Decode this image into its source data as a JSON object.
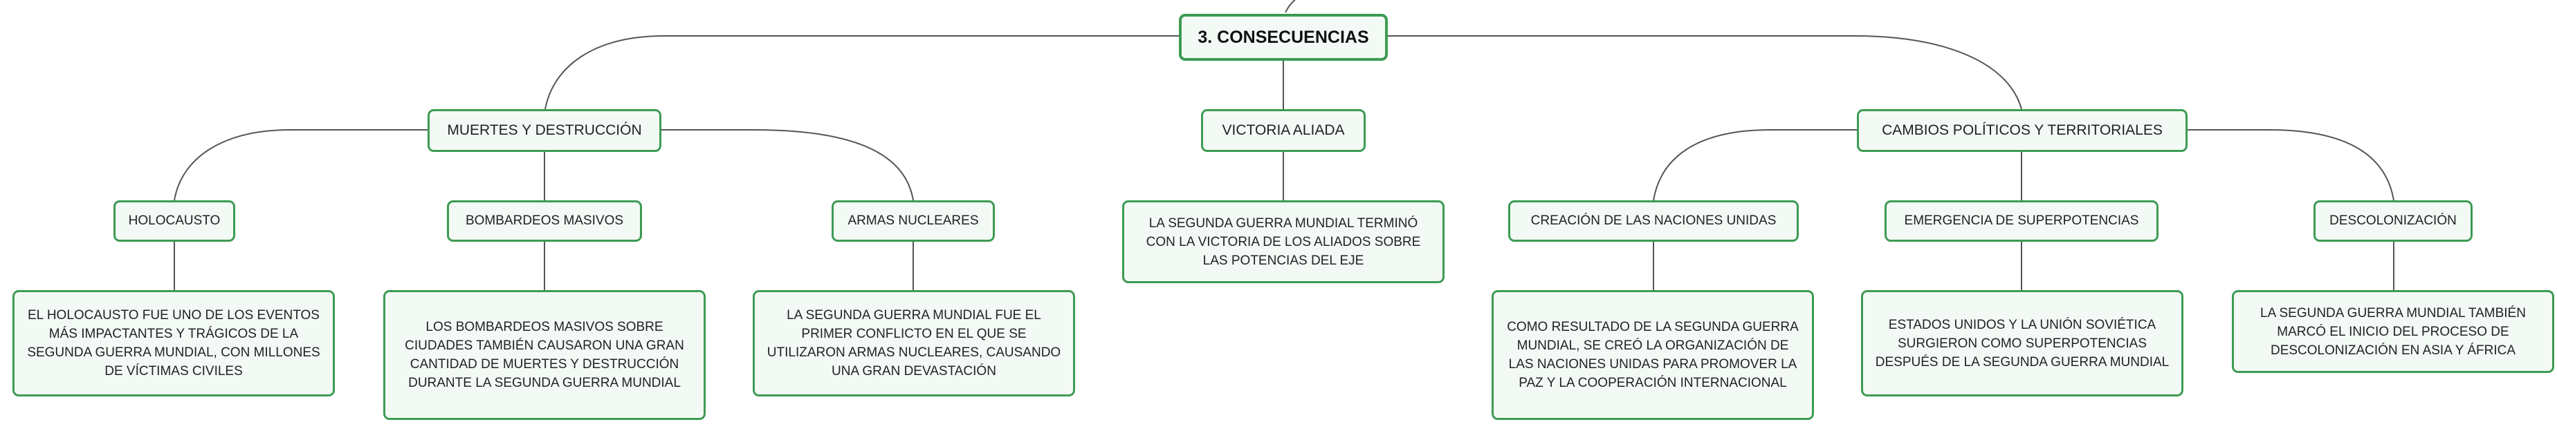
{
  "root": {
    "label": "3. CONSECUENCIAS"
  },
  "branches": {
    "muertes": {
      "label": "MUERTES Y DESTRUCCIÓN",
      "children": {
        "holocausto": {
          "label": "HOLOCAUSTO",
          "detail": "EL HOLOCAUSTO FUE UNO DE LOS EVENTOS MÁS IMPACTANTES Y TRÁGICOS DE LA SEGUNDA GUERRA MUNDIAL, CON MILLONES DE VÍCTIMAS CIVILES"
        },
        "bombardeos": {
          "label": "BOMBARDEOS MASIVOS",
          "detail": "LOS BOMBARDEOS MASIVOS SOBRE CIUDADES TAMBIÉN CAUSARON UNA GRAN CANTIDAD DE MUERTES Y DESTRUCCIÓN DURANTE LA SEGUNDA GUERRA MUNDIAL"
        },
        "nucleares": {
          "label": "ARMAS NUCLEARES",
          "detail": "LA SEGUNDA GUERRA MUNDIAL FUE EL PRIMER CONFLICTO EN EL QUE SE UTILIZARON ARMAS NUCLEARES, CAUSANDO UNA GRAN DEVASTACIÓN"
        }
      }
    },
    "victoria": {
      "label": "VICTORIA ALIADA",
      "detail": "LA SEGUNDA GUERRA MUNDIAL TERMINÓ CON LA VICTORIA DE LOS ALIADOS SOBRE LAS POTENCIAS DEL EJE"
    },
    "cambios": {
      "label": "CAMBIOS POLÍTICOS Y TERRITORIALES",
      "children": {
        "onu": {
          "label": "CREACIÓN DE LAS NACIONES UNIDAS",
          "detail": "COMO RESULTADO DE LA SEGUNDA GUERRA MUNDIAL, SE CREÓ LA ORGANIZACIÓN DE LAS NACIONES UNIDAS PARA PROMOVER LA PAZ Y LA COOPERACIÓN INTERNACIONAL"
        },
        "superpotencias": {
          "label": "EMERGENCIA DE SUPERPOTENCIAS",
          "detail": "ESTADOS UNIDOS Y LA UNIÓN SOVIÉTICA SURGIERON COMO SUPERPOTENCIAS DESPUÉS DE LA SEGUNDA GUERRA MUNDIAL"
        },
        "descolonizacion": {
          "label": "DESCOLONIZACIÓN",
          "detail": "LA SEGUNDA GUERRA MUNDIAL TAMBIÉN MARCÓ EL INICIO DEL PROCESO DE DESCOLONIZACIÓN EN ASIA Y ÁFRICA"
        }
      }
    }
  }
}
